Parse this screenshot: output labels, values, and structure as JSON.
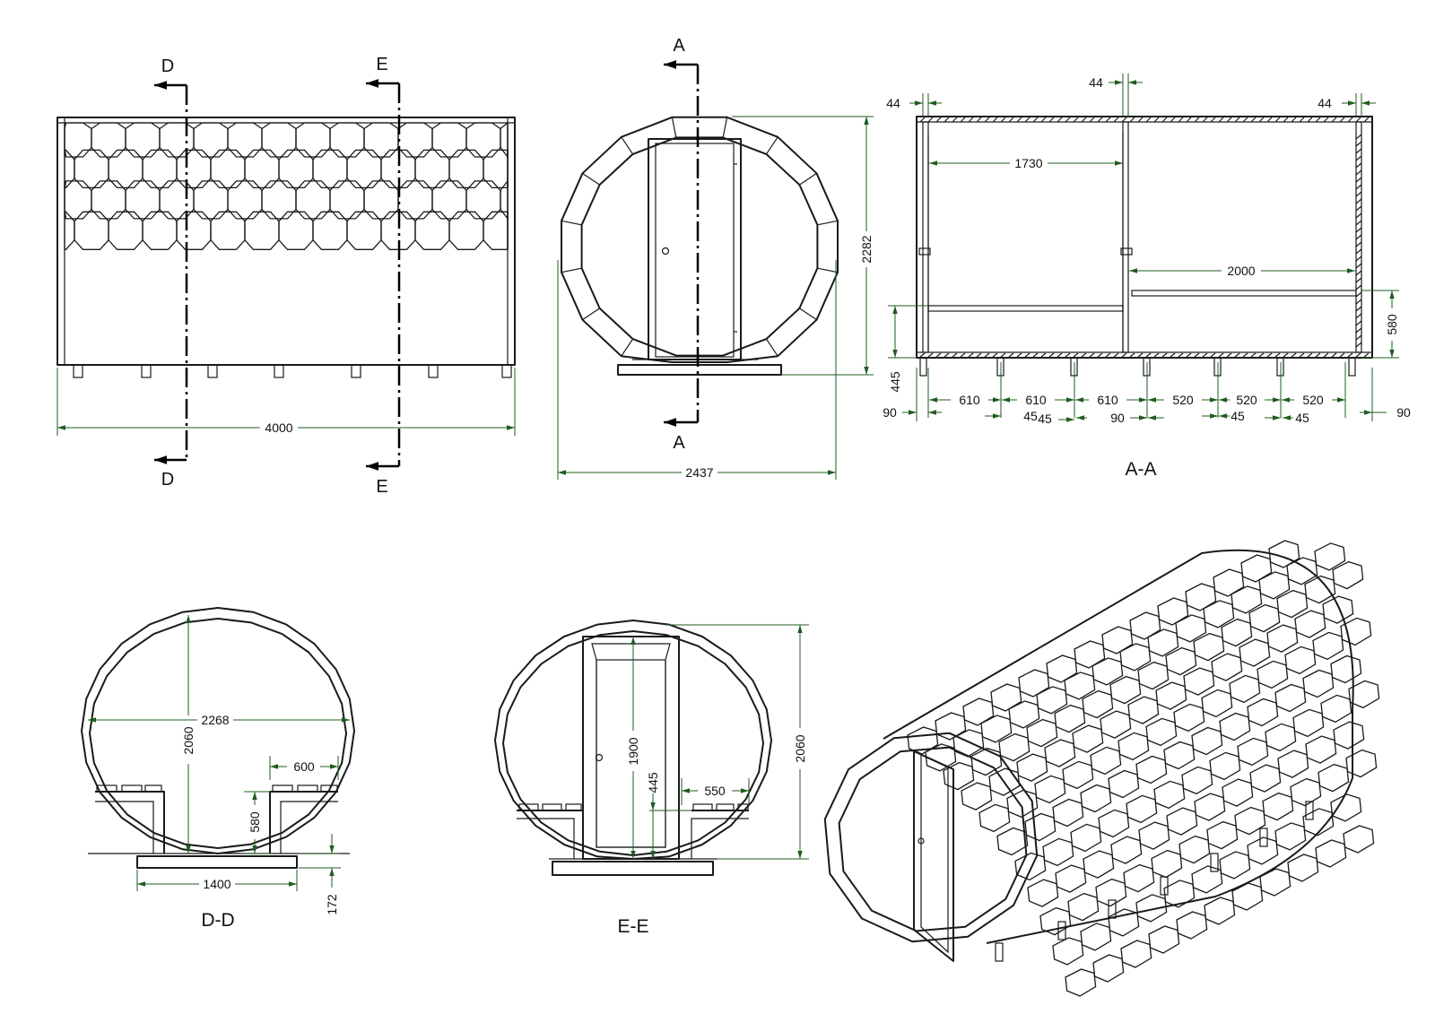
{
  "dimensions": {
    "front_length": "4000",
    "end_width": "2437",
    "end_height": "2282",
    "aa_wall_left": "44",
    "aa_wall_mid": "44",
    "aa_wall_right": "44",
    "aa_room1": "1730",
    "aa_bench_len": "2000",
    "aa_bench_h": "580",
    "aa_base_h": "445",
    "aa_leg_90_left": "90",
    "aa_leg_90_mid": "90",
    "aa_leg_90_right": "90",
    "aa_sp_610_a": "610",
    "aa_sp_610_b": "610",
    "aa_sp_610_c": "610",
    "aa_sp_520_a": "520",
    "aa_sp_520_b": "520",
    "aa_sp_520_c": "520",
    "aa_sp_45_a": "45",
    "aa_sp_45_b": "45",
    "aa_sp_45_c": "45",
    "aa_sp_45_d": "45",
    "dd_width": "2268",
    "dd_height": "2060",
    "dd_bench_d": "600",
    "dd_bench_h": "580",
    "dd_base_w": "1400",
    "dd_base_h": "172",
    "ee_door_h": "1900",
    "ee_sill_h": "445",
    "ee_bench_d": "550",
    "ee_height": "2060"
  },
  "section_markers": {
    "a": "A",
    "d": "D",
    "e": "E"
  },
  "captions": {
    "aa": "A-A",
    "dd": "D-D",
    "ee": "E-E"
  },
  "colors": {
    "outline": "#1a1a1a",
    "dimension": "#1f5c1f"
  }
}
